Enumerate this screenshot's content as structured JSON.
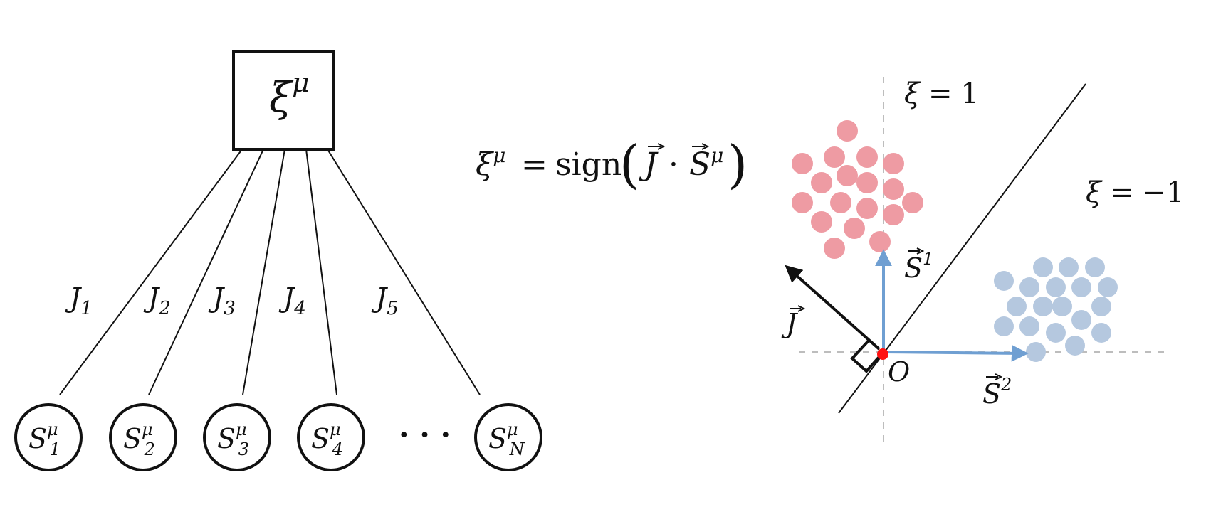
{
  "network": {
    "output_node": {
      "symbol": "ξ",
      "superscript": "μ"
    },
    "weights": [
      {
        "symbol": "J",
        "subscript": "1"
      },
      {
        "symbol": "J",
        "subscript": "2"
      },
      {
        "symbol": "J",
        "subscript": "3"
      },
      {
        "symbol": "J",
        "subscript": "4"
      },
      {
        "symbol": "J",
        "subscript": "5"
      }
    ],
    "input_nodes": [
      {
        "symbol": "S",
        "superscript": "μ",
        "subscript": "1"
      },
      {
        "symbol": "S",
        "superscript": "μ",
        "subscript": "2"
      },
      {
        "symbol": "S",
        "superscript": "μ",
        "subscript": "3"
      },
      {
        "symbol": "S",
        "superscript": "μ",
        "subscript": "4"
      },
      {
        "symbol": "S",
        "superscript": "μ",
        "subscript": "N"
      }
    ],
    "ellipsis": "· · ·"
  },
  "equation": {
    "lhs": "ξ",
    "lhs_superscript": "μ",
    "equals": "=",
    "function": "sign",
    "open_paren": "(",
    "vector_J": "J",
    "dot": "·",
    "vector_S": "S",
    "vector_S_superscript": "μ",
    "close_paren": ")"
  },
  "geometry_panel": {
    "label_pos": {
      "symbol": "ξ",
      "equals": "=",
      "value": "1"
    },
    "label_neg": {
      "symbol": "ξ",
      "equals": "=",
      "value": "−1"
    },
    "origin_label": "O",
    "vector_J_label": "J",
    "vector_S1": {
      "symbol": "S",
      "superscript": "1"
    },
    "vector_S2": {
      "symbol": "S",
      "superscript": "2"
    },
    "colors": {
      "positive_cluster": "#ee9ba3",
      "negative_cluster": "#b5c8df",
      "basis_vector": "#6f9fd2",
      "origin_point": "#ff1111",
      "axis_dashed": "#bdbdbd"
    }
  }
}
